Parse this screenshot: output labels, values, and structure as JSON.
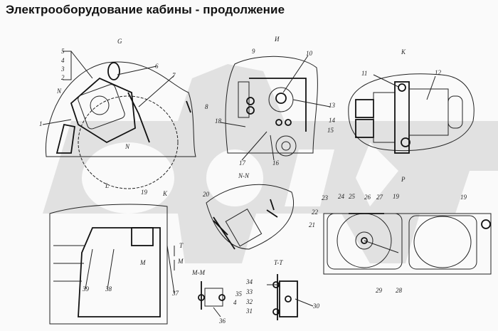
{
  "title": "Электрооборудование кабины - продолжение",
  "watermark": "OPEX",
  "labels": [
    "G",
    "5",
    "4",
    "3",
    "2",
    "N",
    "6",
    "7",
    "1",
    "8",
    "N",
    "L",
    "И",
    "9",
    "10",
    "11",
    "12",
    "К",
    "13",
    "14",
    "15",
    "18",
    "17",
    "16",
    "N-N",
    "P",
    "19",
    "К",
    "20",
    "23",
    "24",
    "25",
    "26",
    "27",
    "19",
    "19",
    "22",
    "21",
    "T",
    "M",
    "M",
    "37",
    "39",
    "38",
    "M-M",
    "35",
    "4",
    "36",
    "T-T",
    "34",
    "33",
    "32",
    "31",
    "30",
    "29",
    "28"
  ]
}
